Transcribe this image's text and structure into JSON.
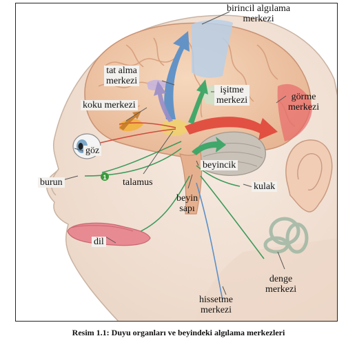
{
  "figure": {
    "labels": {
      "birincil": "birincil algılama merkezi",
      "birincil_l1": "birincil algılama",
      "birincil_l2": "merkezi",
      "tat_l1": "tat alma",
      "tat_l2": "merkezi",
      "koku": "koku merkezi",
      "isitme_l1": "işitme",
      "isitme_l2": "merkezi",
      "gorme_l1": "görme",
      "gorme_l2": "merkezi",
      "goz": "göz",
      "burun": "burun",
      "talamus": "talamus",
      "beyincik": "beyincik",
      "beyin_l1": "beyin",
      "beyin_l2": "sapı",
      "kulak": "kulak",
      "dil": "dil",
      "denge_l1": "denge",
      "denge_l2": "merkezi",
      "hissetme_l1": "hissetme",
      "hissetme_l2": "merkezi",
      "marker": "1"
    },
    "caption": "Resim 1.1: Duyu organları ve beyindeki algılama merkezleri"
  },
  "colors": {
    "skin": "#f3e3d6",
    "brain": "#f0c9a8",
    "brain_dark": "#dfa783",
    "cerebellum": "#c9c2b8",
    "visual_area": "#e86a6a",
    "auditory_area": "#cfe0c8",
    "somatosensory_area": "#b9cfe6",
    "arrow_blue": "#5b8fc7",
    "arrow_red": "#e0473a",
    "arrow_green": "#3aa565",
    "arrow_purple": "#9c8fc7",
    "nerve_green": "#3a9a5a",
    "marker_green": "#3a9a3a"
  }
}
